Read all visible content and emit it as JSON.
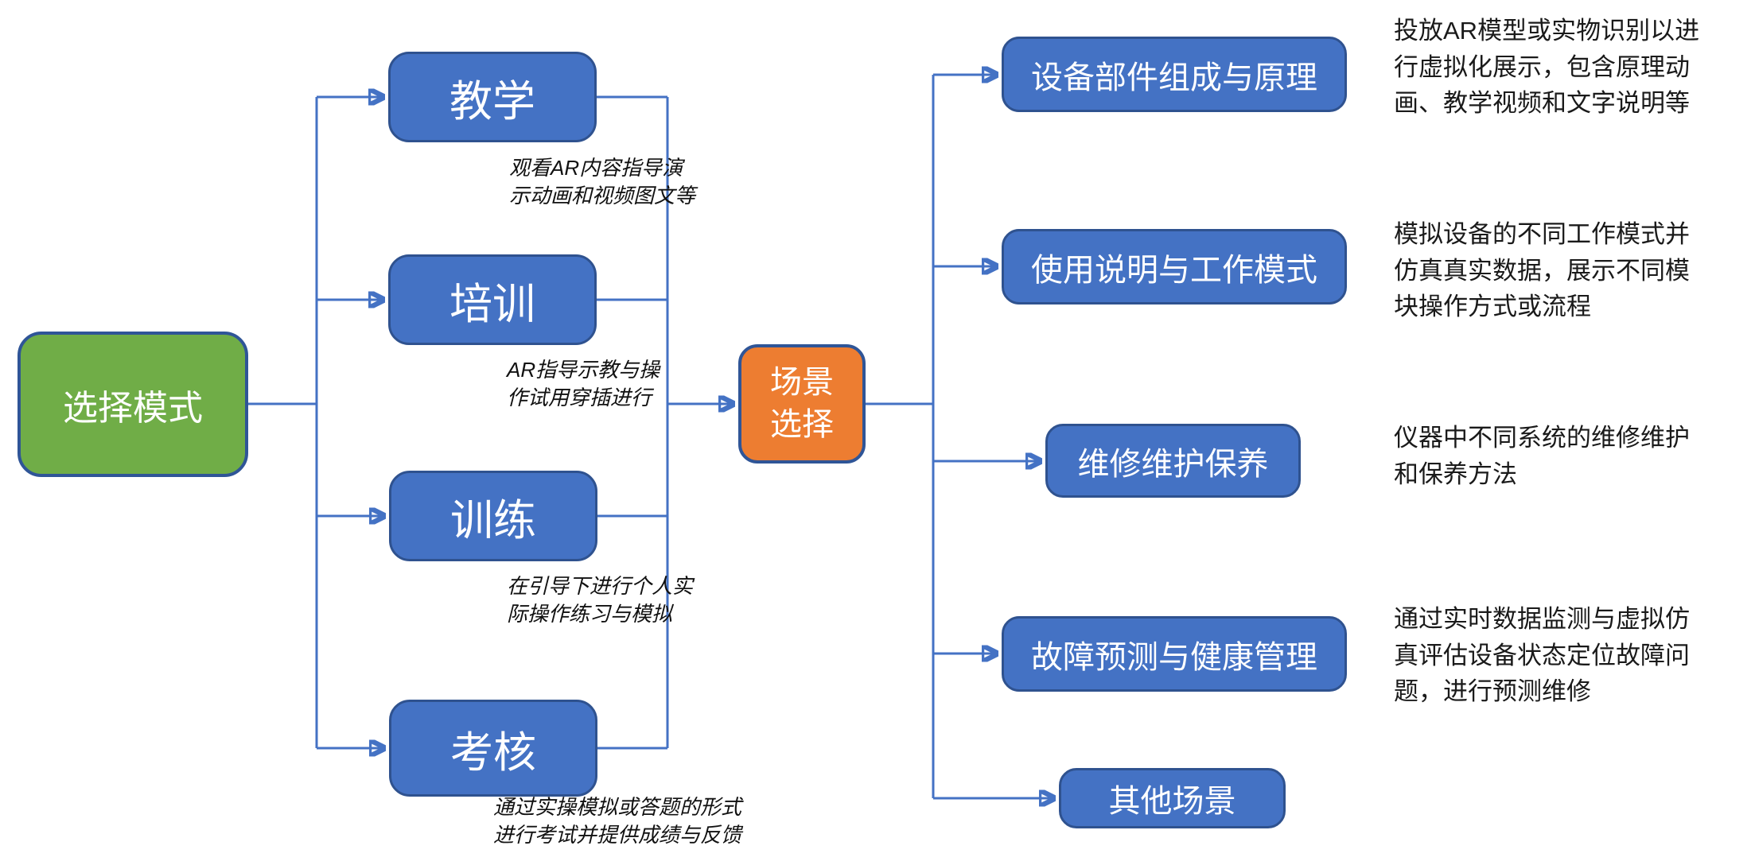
{
  "diagram": {
    "root": {
      "label": "选择模式"
    },
    "modes": [
      {
        "label": "教学",
        "note": "观看AR内容指导演\n示动画和视频图文等"
      },
      {
        "label": "培训",
        "note": "AR指导示教与操\n作试用穿插进行"
      },
      {
        "label": "训练",
        "note": "在引导下进行个人实\n际操作练习与模拟"
      },
      {
        "label": "考核",
        "note": "通过实操模拟或答题的形式\n进行考试并提供成绩与反馈"
      }
    ],
    "hub": {
      "label": "场景\n选择"
    },
    "scenes": [
      {
        "label": "设备部件组成与原理",
        "desc": "投放AR模型或实物识别以进\n行虚拟化展示，包含原理动\n画、教学视频和文字说明等"
      },
      {
        "label": "使用说明与工作模式",
        "desc": "模拟设备的不同工作模式并\n仿真真实数据，展示不同模\n块操作方式或流程"
      },
      {
        "label": "维修维护保养",
        "desc": "仪器中不同系统的维修维护\n和保养方法"
      },
      {
        "label": "故障预测与健康管理",
        "desc": "通过实时数据监测与虚拟仿\n真评估设备状态定位故障问\n题，进行预测维修"
      },
      {
        "label": "其他场景"
      }
    ],
    "colors": {
      "root_fill": "#70AD47",
      "mode_fill": "#4472C4",
      "hub_fill": "#ED7D31",
      "outline": "#2F5597",
      "connector": "#4472C4",
      "text_on_fill": "#FFFFFF",
      "annotation_text": "#111111"
    }
  }
}
